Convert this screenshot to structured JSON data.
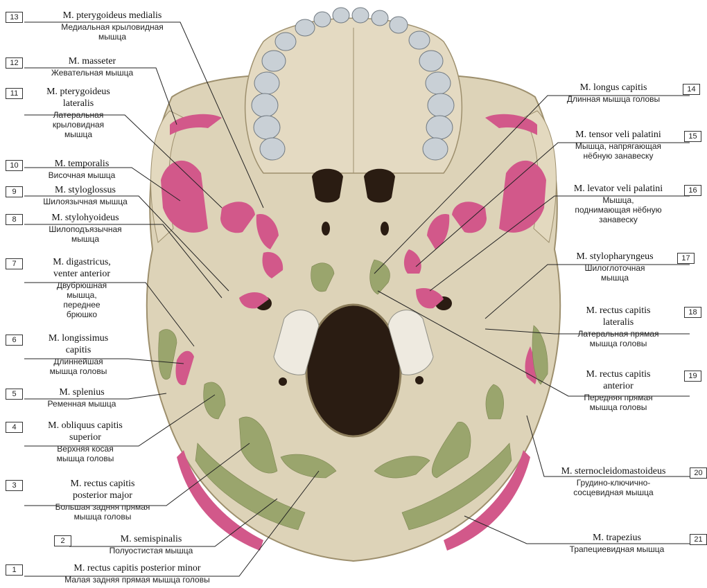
{
  "labels": [
    {
      "n": "1",
      "lat": "M. rectus capitis posterior minor",
      "rus": "Малая задняя прямая мышца головы"
    },
    {
      "n": "2",
      "lat": "M. semispinalis",
      "rus": "Полуостистая мышца"
    },
    {
      "n": "3",
      "lat": "M. rectus capitis\nposterior major",
      "rus": "Большая задняя прямая\nмышца головы"
    },
    {
      "n": "4",
      "lat": "M. obliquus capitis\nsuperior",
      "rus": "Верхняя косая\nмышца головы"
    },
    {
      "n": "5",
      "lat": "M. splenius",
      "rus": "Ременная мышца"
    },
    {
      "n": "6",
      "lat": "M. longissimus\ncapitis",
      "rus": "Длиннейшая\nмышца головы"
    },
    {
      "n": "7",
      "lat": "M. digastricus,\nventer anterior",
      "rus": "Двубрюшная\nмышца,\nпереднее\nбрюшко"
    },
    {
      "n": "8",
      "lat": "M. stylohyoideus",
      "rus": "Шилоподъязычная\nмышца"
    },
    {
      "n": "9",
      "lat": "M. styloglossus",
      "rus": "Шилоязычная мышца"
    },
    {
      "n": "10",
      "lat": "M. temporalis",
      "rus": "Височная мышца"
    },
    {
      "n": "11",
      "lat": "M. pterygoideus\nlateralis",
      "rus": "Латеральная\nкрыловидная\nмышца"
    },
    {
      "n": "12",
      "lat": "M. masseter",
      "rus": "Жевательная мышца"
    },
    {
      "n": "13",
      "lat": "M. pterygoideus medialis",
      "rus": "Медиальная крыловидная\nмышца"
    },
    {
      "n": "14",
      "lat": "M. longus capitis",
      "rus": "Длинная мышца головы"
    },
    {
      "n": "15",
      "lat": "M. tensor veli palatini",
      "rus": "Мышца, напрягающая\nнёбную занавеску"
    },
    {
      "n": "16",
      "lat": "M. levator veli palatini",
      "rus": "Мышца,\nподнимающая нёбную\nзанавеску"
    },
    {
      "n": "17",
      "lat": "M. stylopharyngeus",
      "rus": "Шилоглоточная\nмышца"
    },
    {
      "n": "18",
      "lat": "M. rectus capitis\nlateralis",
      "rus": "Латеральная прямая\nмышца головы"
    },
    {
      "n": "19",
      "lat": "M. rectus capitis\nanterior",
      "rus": "Передняя прямая\nмышца головы"
    },
    {
      "n": "20",
      "lat": "M. sternocleidomastoideus",
      "rus": "Грудино-ключично-\nсосцевидная мышца"
    },
    {
      "n": "21",
      "lat": "M. trapezius",
      "rus": "Трапециевидная мышца"
    }
  ],
  "colors": {
    "bone": "#ddd3b8",
    "bone_shadow": "#bfb291",
    "muscle_origin": "#d2588a",
    "muscle_insertion": "#9aa56d",
    "teeth": "#c9d0d6",
    "foramen": "#2a1c12"
  }
}
